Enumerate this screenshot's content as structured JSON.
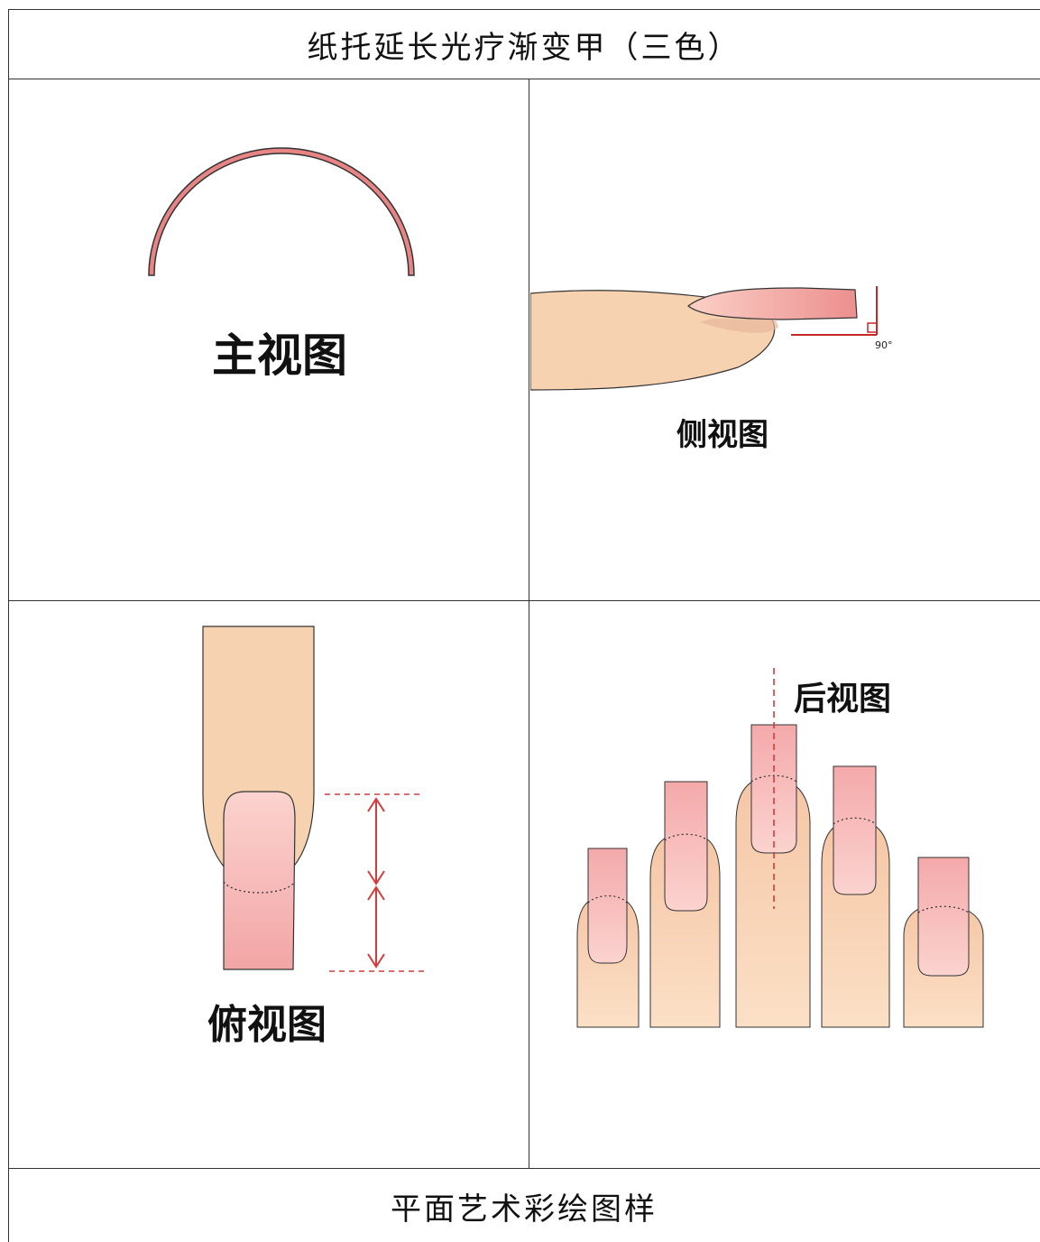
{
  "header": {
    "title": "纸托延长光疗渐变甲（三色）"
  },
  "panels": {
    "front": {
      "label": "主视图"
    },
    "side": {
      "label": "侧视图",
      "angle": "90°"
    },
    "top": {
      "label": "俯视图"
    },
    "back": {
      "label": "后视图"
    }
  },
  "footer": {
    "title": "平面艺术彩绘图样"
  },
  "colors": {
    "nail_pink": "#f4b9b9",
    "nail_red": "#e88484",
    "skin": "#f7d2b0",
    "guide_red": "#d63a3a",
    "outline": "#333333"
  }
}
